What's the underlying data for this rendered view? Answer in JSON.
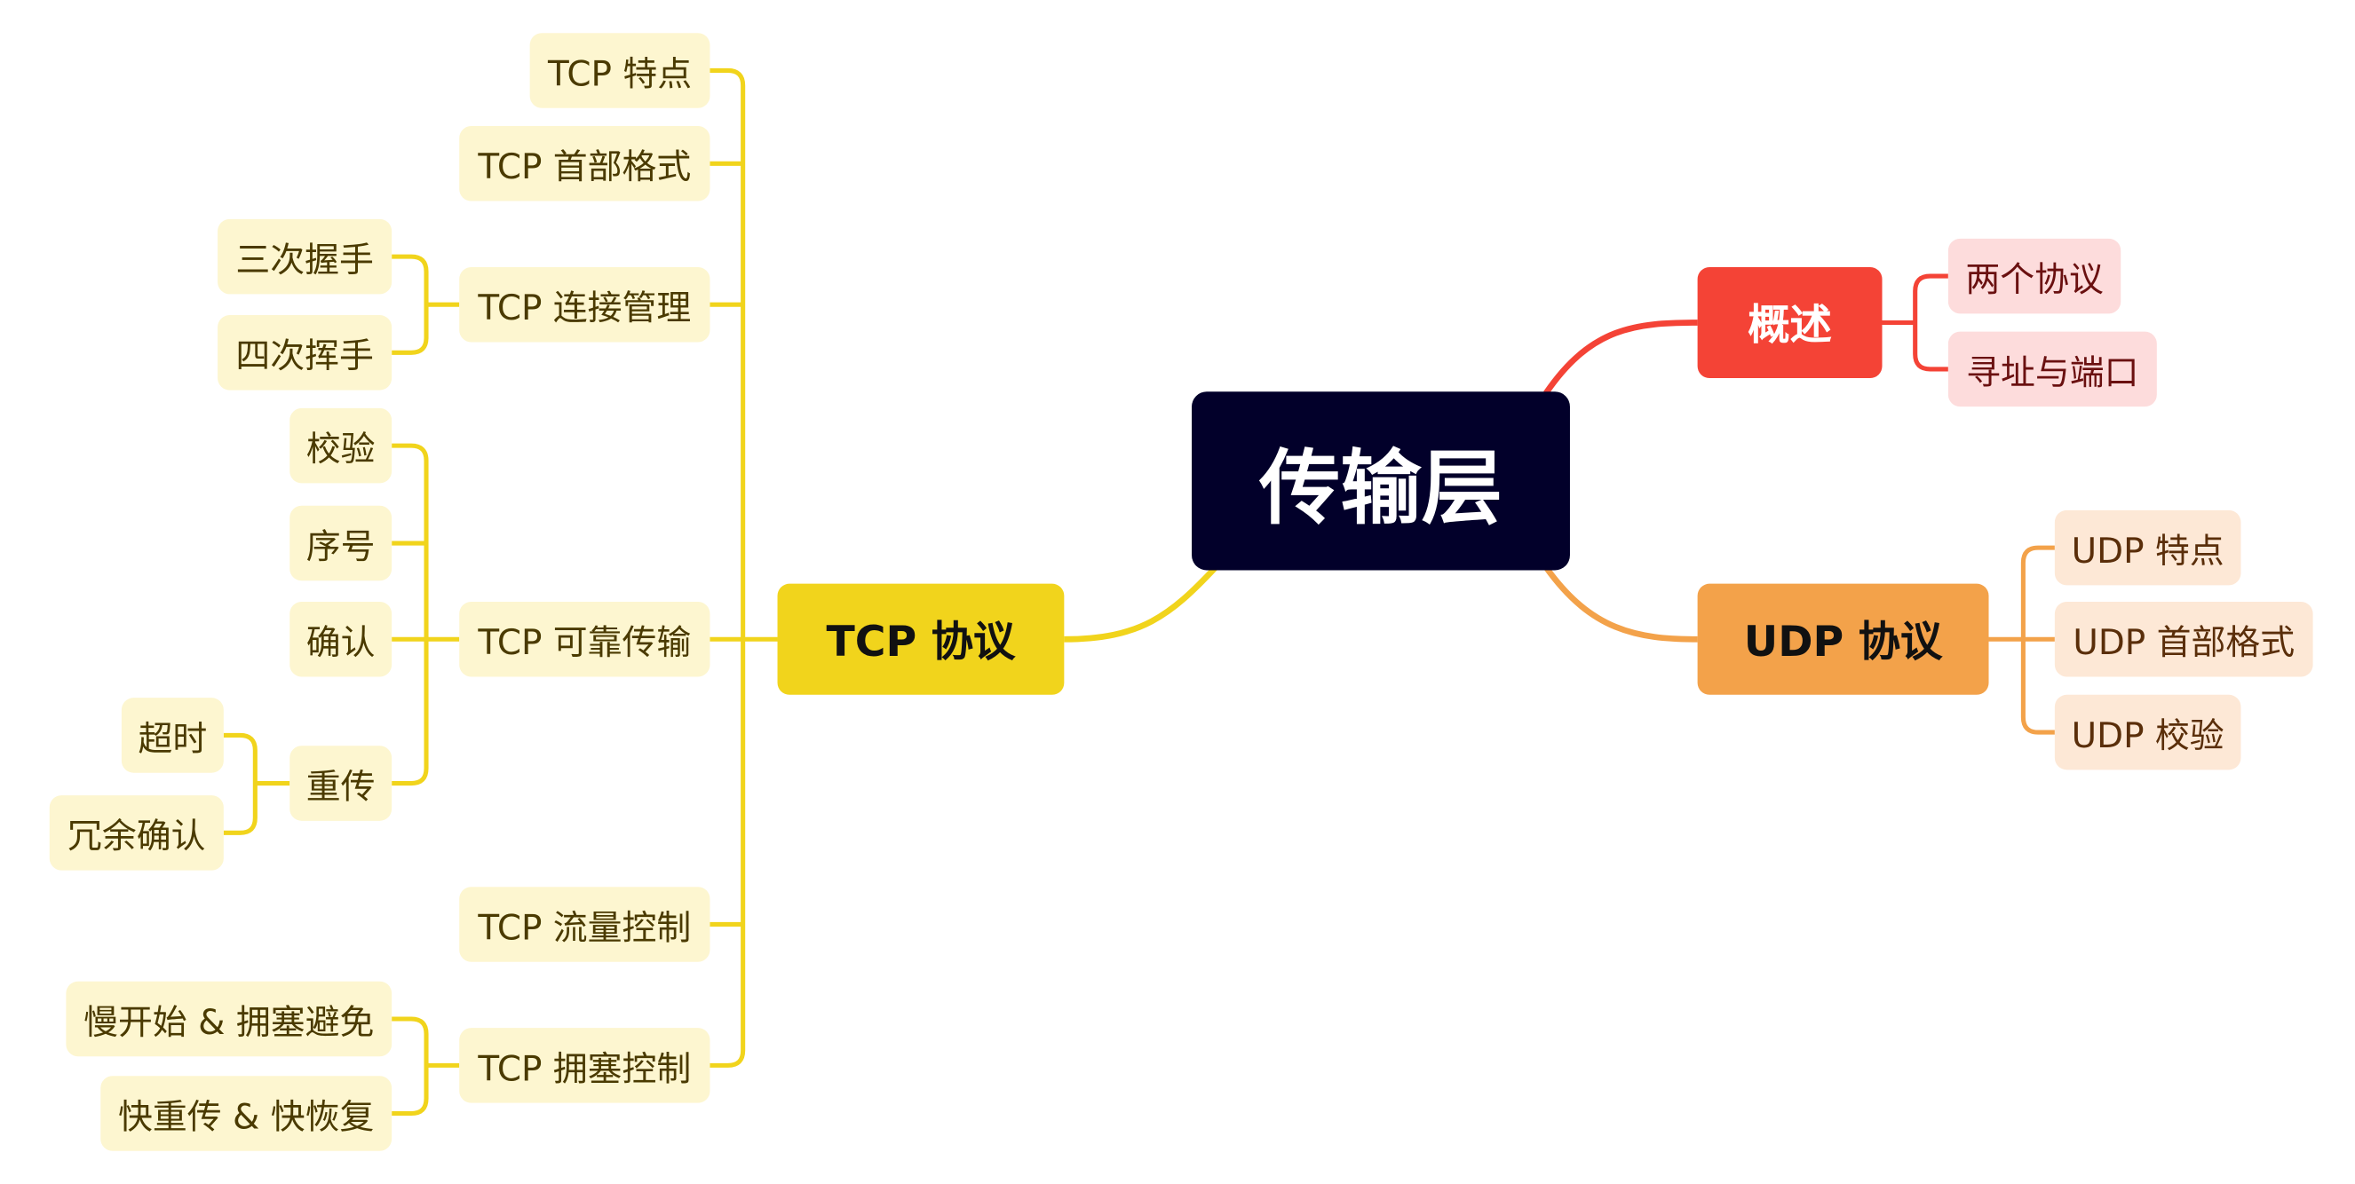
{
  "root": "传输层",
  "overview": {
    "label": "概述",
    "color": "#f44336",
    "children": [
      "两个协议",
      "寻址与端口"
    ]
  },
  "tcp": {
    "label": "TCP 协议",
    "color": "#f1d41c",
    "children": {
      "features": "TCP 特点",
      "header": "TCP 首部格式",
      "connection": "TCP 连接管理",
      "connection_children": [
        "三次握手",
        "四次挥手"
      ],
      "reliable": "TCP 可靠传输",
      "reliable_children": [
        "校验",
        "序号",
        "确认",
        "重传"
      ],
      "retransmit_children": [
        "超时",
        "冗余确认"
      ],
      "flow": "TCP 流量控制",
      "congestion": "TCP 拥塞控制",
      "congestion_children": [
        "慢开始 & 拥塞避免",
        "快重传 & 快恢复"
      ]
    }
  },
  "udp": {
    "label": "UDP 协议",
    "color": "#f3a24a",
    "children": [
      "UDP 特点",
      "UDP 首部格式",
      "UDP 校验"
    ]
  }
}
